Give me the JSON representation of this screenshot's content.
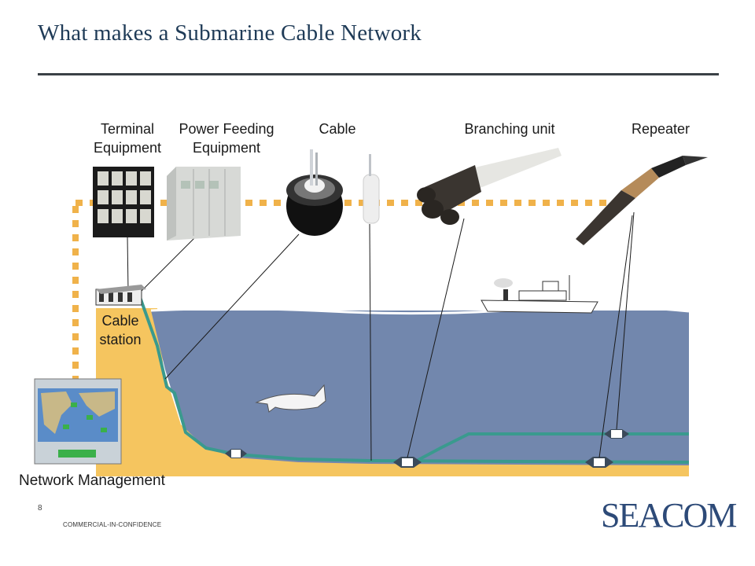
{
  "slide": {
    "title": "What makes a Submarine Cable Network",
    "page_number": "8",
    "footer": "COMMERCIAL-IN-CONFIDENCE",
    "logo_text": "SEACOM"
  },
  "labels": {
    "terminal_equipment": [
      "Terminal",
      "Equipment"
    ],
    "power_feeding_equipment": [
      "Power Feeding",
      "Equipment"
    ],
    "cable": "Cable",
    "branching_unit": "Branching unit",
    "repeater": "Repeater",
    "cable_station": [
      "Cable",
      "station"
    ],
    "network_management": "Network Management"
  },
  "colors": {
    "title": "#1f3b57",
    "sea": "#7287ad",
    "land": "#f5c55f",
    "cable_line": "#3a9a8e",
    "dotted_route": "#f0b24a",
    "logo": "#2d4a78"
  }
}
